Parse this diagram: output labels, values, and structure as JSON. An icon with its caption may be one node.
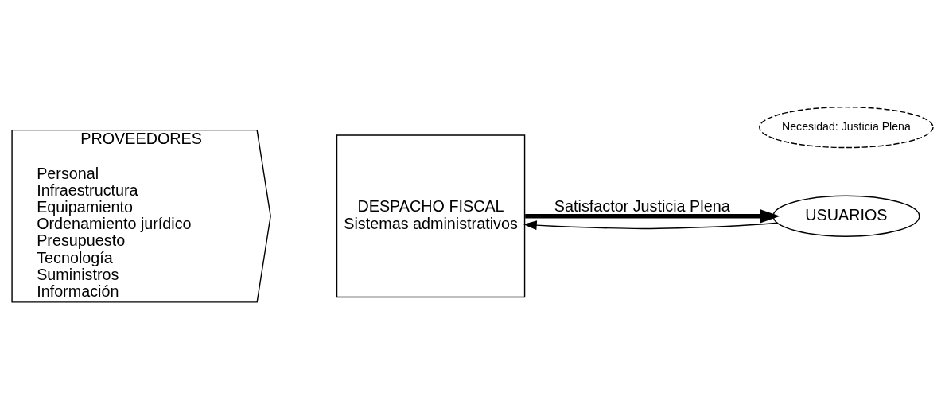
{
  "diagram": {
    "nodes": [
      {
        "text": [
          "PROVEEDORES",
          "Personal",
          "Infraestructura",
          "Equipamiento",
          "Ordenamiento jurídico",
          "Presupuesto",
          "Tecnología",
          "Suministros",
          "Información"
        ]
      },
      {
        "text": [
          "DESPACHO FISCAL",
          "Sistemas administrativos"
        ]
      },
      {
        "text": [
          "USUARIOS"
        ]
      },
      {
        "text": [
          "Necesidad: Justicia Plena"
        ]
      }
    ],
    "edges": [
      {
        "from": 1,
        "to": 2,
        "arrow": "to",
        "label": "Satisfactor Justicia Plena",
        "style": "thick"
      },
      {
        "from": 2,
        "to": 1,
        "arrow": "to"
      }
    ]
  }
}
